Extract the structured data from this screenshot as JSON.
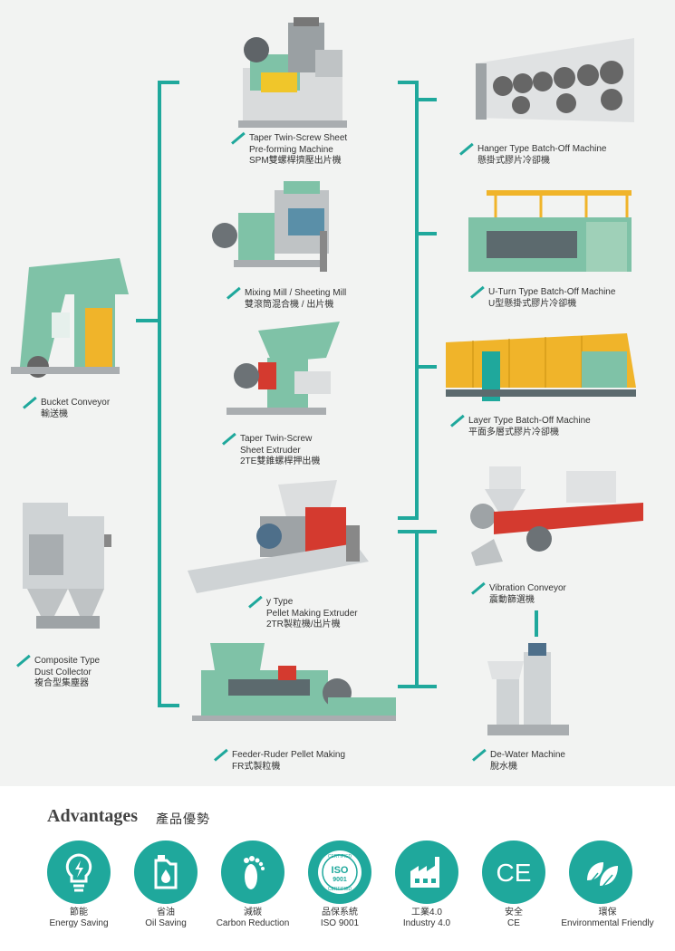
{
  "colors": {
    "accent": "#1fa89c",
    "machine_green": "#7fc2a7",
    "machine_yellow": "#f0b42a",
    "machine_red": "#d43a2f",
    "machine_grey": "#b9bcbf"
  },
  "machines": {
    "spm": {
      "en1": "Taper Twin-Screw Sheet",
      "en2": "Pre-forming Machine",
      "zh": "SPM雙螺桿擠壓出片機"
    },
    "mixing": {
      "en1": "Mixing Mill / Sheeting Mill",
      "zh": "雙滾筒混合機 / 出片機"
    },
    "twinscrew": {
      "en1": "Taper Twin-Screw",
      "en2": "Sheet Extruder",
      "zh": "2TE雙錐螺桿押出機"
    },
    "pellet": {
      "en1": "y Type",
      "en2": "Pellet Making Extruder",
      "zh": "2TR製粒機/出片機"
    },
    "feeder": {
      "en1": "Feeder-Ruder Pellet Making",
      "zh": "FR式製粒機"
    },
    "bucket": {
      "en1": "Bucket Conveyor",
      "zh": "輸送機"
    },
    "dust": {
      "en1": "Composite Type",
      "en2": "Dust Collector",
      "zh": "複合型集塵器"
    },
    "hanger": {
      "en1": "Hanger Type Batch-Off Machine",
      "zh": "懸掛式膠片冷卻機"
    },
    "uturn": {
      "en1": "U-Turn Type Batch-Off Machine",
      "zh": "U型懸掛式膠片冷卻機"
    },
    "layer": {
      "en1": "Layer Type Batch-Off Machine",
      "zh": "平面多層式膠片冷卻機"
    },
    "vibration": {
      "en1": "Vibration Conveyor",
      "zh": "震動篩選機"
    },
    "dewater": {
      "en1": "De-Water Machine",
      "zh": "脫水機"
    }
  },
  "advantages": {
    "title": "Advantages",
    "subtitle": "產品優勢",
    "items": [
      {
        "zh": "節能",
        "en": "Energy Saving",
        "icon": "bulb-icon"
      },
      {
        "zh": "省油",
        "en": "Oil Saving",
        "icon": "oil-can-icon"
      },
      {
        "zh": "減碳",
        "en": "Carbon Reduction",
        "icon": "footprint-icon"
      },
      {
        "zh": "品保系統",
        "en": "ISO 9001",
        "icon": "iso-seal-icon",
        "seal_top": "CERTIFIED",
        "seal_mid": "ISO",
        "seal_num": "9001",
        "seal_bottom": "CERTIFIED"
      },
      {
        "zh": "工業4.0",
        "en": "Industry 4.0",
        "icon": "factory-icon"
      },
      {
        "zh": "安全",
        "en": "CE",
        "icon": "ce-mark-icon",
        "mark": "CE"
      },
      {
        "zh": "環保",
        "en": "Environmental Friendly",
        "icon": "leaves-icon"
      }
    ]
  }
}
